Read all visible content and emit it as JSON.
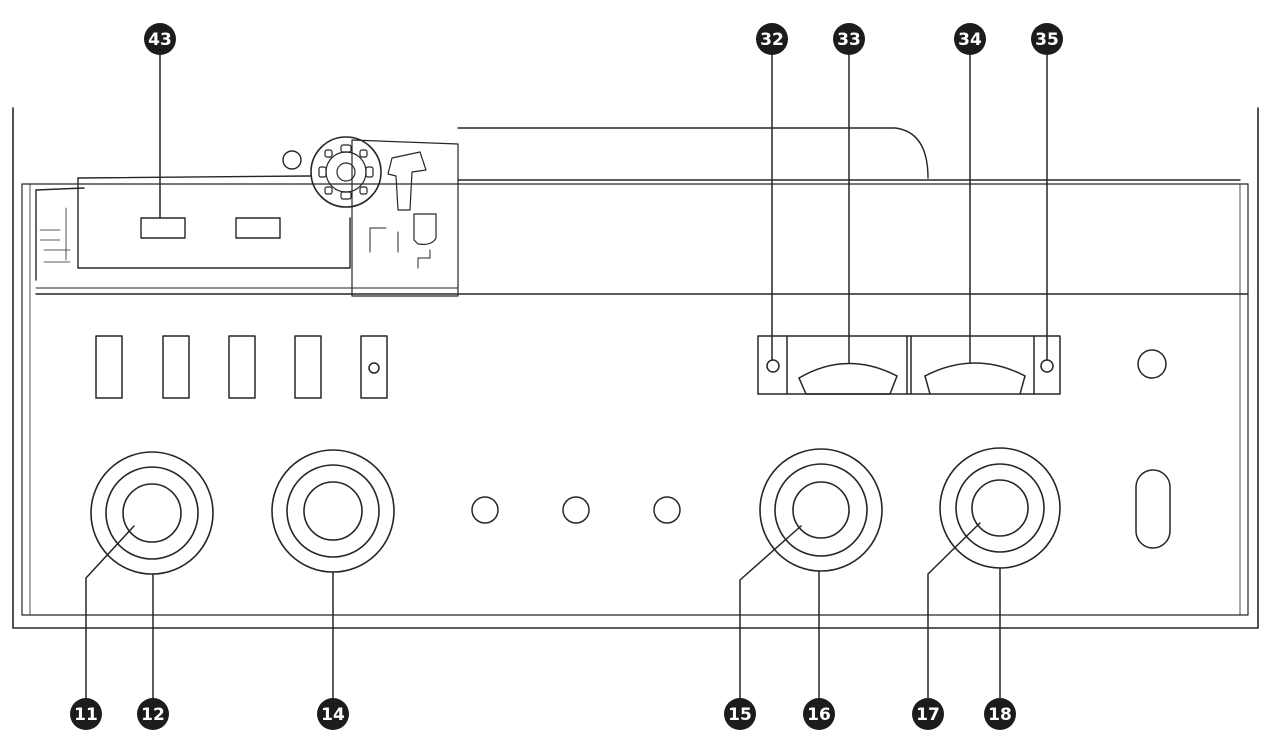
{
  "callouts": {
    "c11": "11",
    "c12": "12",
    "c14": "14",
    "c15": "15",
    "c16": "16",
    "c17": "17",
    "c18": "18",
    "c32": "32",
    "c33": "33",
    "c34": "34",
    "c35": "35",
    "c43": "43"
  },
  "colors": {
    "line": "#262626",
    "badge": "#1c1c1c",
    "badge_text": "#ffffff",
    "background": "#ffffff"
  }
}
